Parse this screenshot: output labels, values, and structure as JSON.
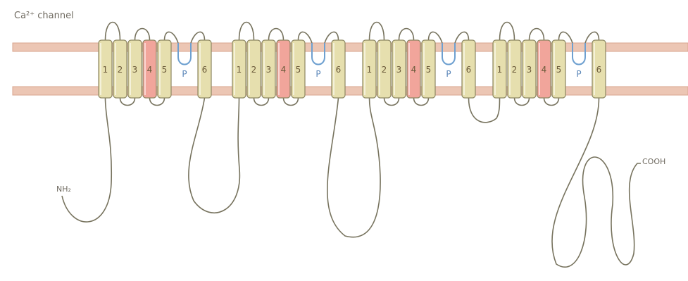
{
  "title": "Ca²⁺ channel",
  "nh2_label": "NH₂",
  "cooh_label": "COOH",
  "domains": [
    {
      "segments": [
        "1",
        "2",
        "3",
        "4",
        "5",
        "6"
      ],
      "pore": "P"
    },
    {
      "segments": [
        "1",
        "2",
        "3",
        "4",
        "5",
        "6"
      ],
      "pore": "P"
    },
    {
      "segments": [
        "1",
        "2",
        "3",
        "4",
        "5",
        "6"
      ],
      "pore": "P"
    },
    {
      "segments": [
        "1",
        "2",
        "3",
        "4",
        "5",
        "6"
      ],
      "pore": "P"
    }
  ],
  "colors": {
    "membrane": "#ecc6b4",
    "membrane_edge": "#d8a48e",
    "helix_fill": "#e6dfae",
    "helix_edge": "#8c8662",
    "voltage_sensor_fill": "#f1a59b",
    "pore_loop": "#6ea0d0",
    "chain": "#77735e"
  }
}
